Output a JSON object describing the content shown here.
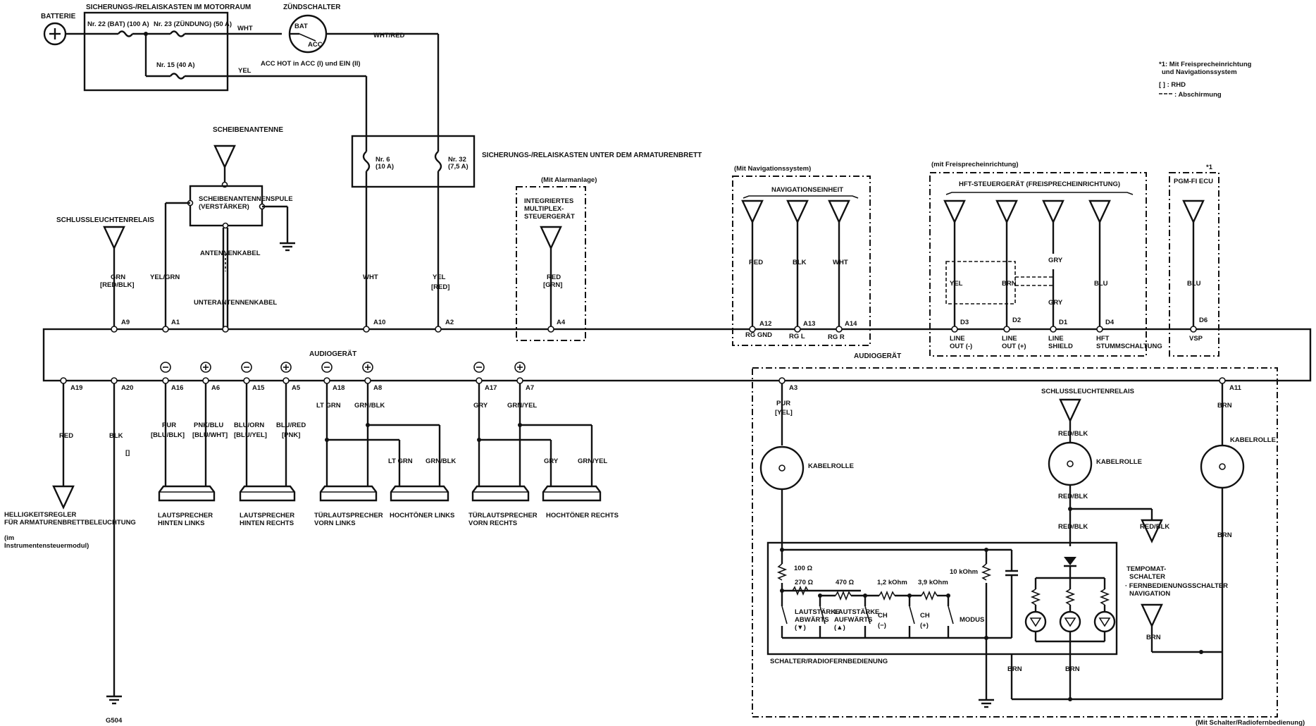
{
  "top": {
    "battery": "BATTERIE",
    "engine_box": "SICHERUNGS-/RELAISKASTEN IM MOTORRAUM",
    "fuse22": "Nr. 22 (BAT) (100 A)",
    "fuse23": "Nr. 23 (ZÜNDUNG) (50 A)",
    "fuse15": "Nr. 15 (40 A)",
    "ignition": "ZÜNDSCHALTER",
    "bat": "BAT",
    "acc": "ACC",
    "wht": "WHT",
    "wht_red": "WHT/RED",
    "yel": "YEL",
    "acc_hot": "ACC HOT in ACC (I) und EIN (II)",
    "dash_box": "SICHERUNGS-/RELAISKASTEN UNTER DEM ARMATURENBRETT",
    "fuse6a": "Nr. 6",
    "fuse6b": "(10 A)",
    "fuse32a": "Nr. 32",
    "fuse32b": "(7,5 A)"
  },
  "notes": {
    "n1a": "*1: Mit Freisprecheinrichtung",
    "n1b": "und Navigationssystem",
    "rhd": "[ ] : RHD",
    "shield": ": Abschirmung"
  },
  "antenna": {
    "title": "SCHEIBENANTENNE",
    "coil1": "SCHEIBENANTENNENSPULE",
    "coil2": "(VERSTÄRKER)",
    "cable": "ANTENNENKABEL",
    "subcable": "UNTERANTENNENKABEL"
  },
  "upper_wires": {
    "tail_relay": "SCHLUSSLEUCHTENRELAIS",
    "grn": "GRN",
    "grn_rhd": "[RED/BLK]",
    "yel_grn": "YEL/GRN",
    "wht": "WHT",
    "yel": "YEL",
    "yel_rhd": "[RED]",
    "alarm_opt": "(Mit Alarmanlage)",
    "mpcu1": "INTEGRIERTES",
    "mpcu2": "MULTIPLEX-",
    "mpcu3": "STEUERGERÄT",
    "red": "RED",
    "red_rhd": "[GRN]"
  },
  "nav": {
    "opt": "(Mit Navigationssystem)",
    "unit": "NAVIGATIONSEINHEIT",
    "w1": "RED",
    "w2": "BLK",
    "w3": "WHT",
    "p1": "RG GND",
    "p2": "RG L",
    "p3": "RG R"
  },
  "hft": {
    "opt": "(mit Freisprecheinrichtung)",
    "unit": "HFT-STEUERGERÄT (FREISPRECHEINRICHTUNG)",
    "w1": "YEL",
    "w2": "BRN",
    "w3a": "GRY",
    "w3b": "GRY",
    "w4": "BLU",
    "p1a": "LINE",
    "p1b": "OUT (-)",
    "p2a": "LINE",
    "p2b": "OUT (+)",
    "p3a": "LINE",
    "p3b": "SHIELD",
    "p4a": "HFT",
    "p4b": "STUMMSCHALTUNG"
  },
  "pgm": {
    "star": "*1",
    "unit": "PGM-FI ECU",
    "w": "BLU",
    "p": "VSP"
  },
  "audio": {
    "label_top": "AUDIOGERÄT",
    "label_right": "AUDIOGERÄT"
  },
  "pins": {
    "A9": "A9",
    "A1": "A1",
    "A10": "A10",
    "A2": "A2",
    "A4": "A4",
    "A12": "A12",
    "A13": "A13",
    "A14": "A14",
    "D3": "D3",
    "D2": "D2",
    "D1": "D1",
    "D4": "D4",
    "D6": "D6",
    "A19": "A19",
    "A20": "A20",
    "A16": "A16",
    "A6": "A6",
    "A15": "A15",
    "A5": "A5",
    "A18": "A18",
    "A8": "A8",
    "A17": "A17",
    "A7": "A7",
    "A3": "A3",
    "A11": "A11"
  },
  "lower_left": {
    "red": "RED",
    "blk": "BLK",
    "blk_rhd": "[]",
    "dimmer1": "HELLIGKEITSREGLER",
    "dimmer2": "FÜR ARMATURENBRETTBELEUCHTUNG",
    "dimmer3": "(im",
    "dimmer4": "Instrumentensteuermodul)",
    "ground": "G504"
  },
  "speakers": {
    "a16_w": "PUR",
    "a16_r": "[BLU/BLK]",
    "a6_w": "PNK/BLU",
    "a6_r": "[BLU/WHT]",
    "a15_w": "BLU/ORN",
    "a15_r": "[BLU/YEL]",
    "a5_w": "BLU/RED",
    "a5_r": "[PNK]",
    "a18_w": "LT GRN",
    "a8_w": "GRN/BLK",
    "tw_l1": "LT GRN",
    "tw_l2": "GRN/BLK",
    "a17_w": "GRY",
    "a7_w": "GRN/YEL",
    "tw_r1": "GRY",
    "tw_r2": "GRN/YEL",
    "rl1": "LAUTSPRECHER",
    "rl2": "HINTEN LINKS",
    "rr1": "LAUTSPRECHER",
    "rr2": "HINTEN RECHTS",
    "fl1": "TÜRLAUTSPRECHER",
    "fl2": "VORN LINKS",
    "twl": "HOCHTÖNER LINKS",
    "fr1": "TÜRLAUTSPRECHER",
    "fr2": "VORN RECHTS",
    "twr": "HOCHTÖNER RECHTS"
  },
  "steering": {
    "a3_w": "PUR",
    "a3_r": "[YEL]",
    "cable_reel": "KABELROLLE",
    "tail_relay": "SCHLUSSLEUCHTENRELAIS",
    "redblk": "RED/BLK",
    "brn": "BRN",
    "r100": "100 Ω",
    "r270": "270 Ω",
    "r470": "470 Ω",
    "r1k2": "1,2 kOhm",
    "r3k9": "3,9 kOhm",
    "r10k": "10 kOhm",
    "s1a": "LAUTSTÄRKE",
    "s1b": "ABWÄRTS",
    "s1c": "(▼)",
    "s2a": "LAUTSTÄRKE",
    "s2b": "AUFWÄRTS",
    "s2c": "(▲)",
    "s3a": "CH",
    "s3b": "(−)",
    "s4a": "CH",
    "s4b": "(+)",
    "s5": "MODUS",
    "cruise1": "TEMPOMAT-",
    "cruise2": "SCHALTER",
    "remote1": "· FERNBEDIENUNGSSCHALTER",
    "remote2": "NAVIGATION",
    "switch_box": "SCHALTER/RADIOFERNBEDIENUNG",
    "opt": "(Mit Schalter/Radiofernbedienung)"
  }
}
